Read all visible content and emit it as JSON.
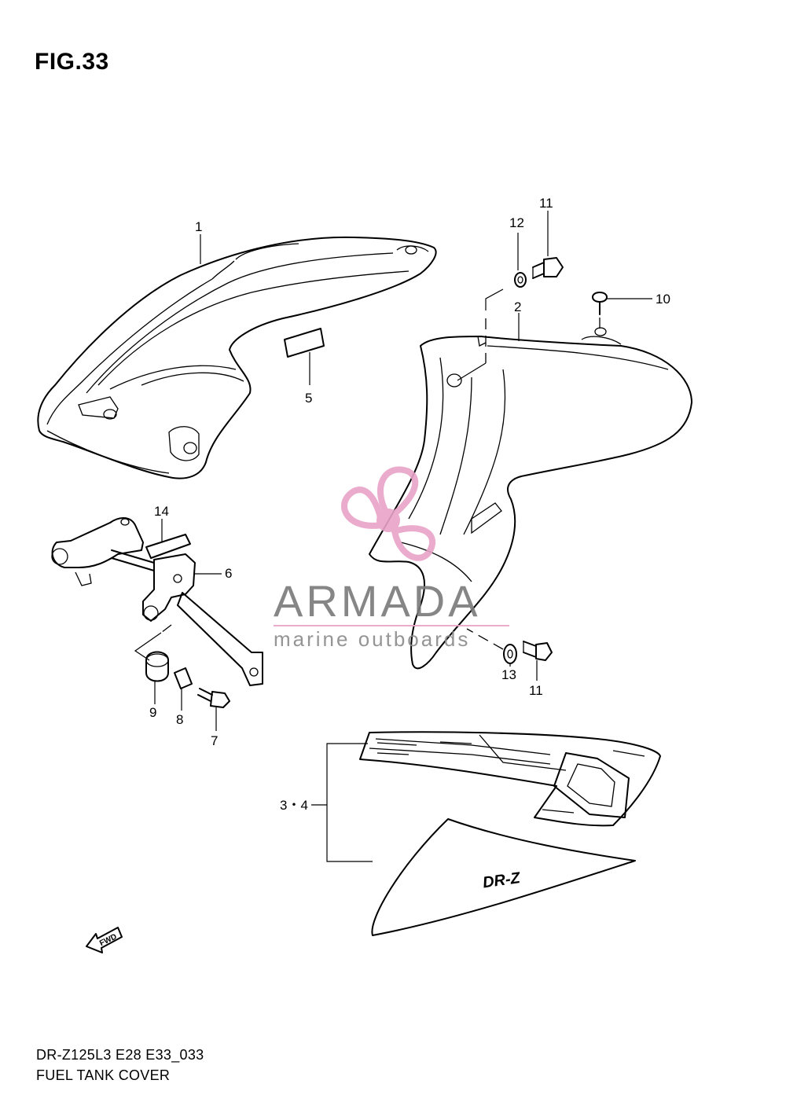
{
  "figure": {
    "title": "FIG.33",
    "code": "DR-Z125L3 E28 E33_033",
    "name": "FUEL TANK COVER"
  },
  "callouts": [
    {
      "id": "1",
      "label": "1"
    },
    {
      "id": "2",
      "label": "2"
    },
    {
      "id": "3-4",
      "label": "3・4"
    },
    {
      "id": "5",
      "label": "5"
    },
    {
      "id": "6",
      "label": "6"
    },
    {
      "id": "7",
      "label": "7"
    },
    {
      "id": "8",
      "label": "8"
    },
    {
      "id": "9",
      "label": "9"
    },
    {
      "id": "10",
      "label": "10"
    },
    {
      "id": "11a",
      "label": "11"
    },
    {
      "id": "11b",
      "label": "11"
    },
    {
      "id": "12",
      "label": "12"
    },
    {
      "id": "13",
      "label": "13"
    },
    {
      "id": "14",
      "label": "14"
    }
  ],
  "emblem_text": "DR-Z",
  "fwd_text": "FWD",
  "watermark": {
    "brand": "ARMADA",
    "tagline": "marine outboards",
    "brand_color": "#e8a3c7",
    "text_color": "#7a7a7a"
  }
}
